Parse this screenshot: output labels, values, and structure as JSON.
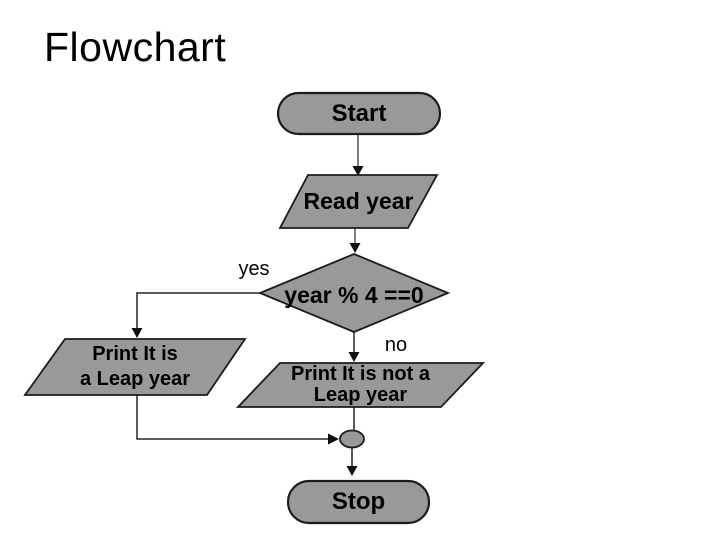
{
  "title": "Flowchart",
  "nodes": {
    "start": {
      "type": "terminator",
      "label": "Start"
    },
    "read_year": {
      "type": "input-parallelogram",
      "label": "Read year"
    },
    "decision": {
      "type": "decision-diamond",
      "label": "year % 4 ==0"
    },
    "print_leap": {
      "type": "output-parallelogram",
      "line1": "Print It is",
      "line2": "a Leap year"
    },
    "print_not_leap": {
      "type": "output-parallelogram",
      "line1": "Print It is not a",
      "line2": "Leap year"
    },
    "junction": {
      "type": "connector-ellipse"
    },
    "stop": {
      "type": "terminator",
      "label": "Stop"
    }
  },
  "branches": {
    "yes_label": "yes",
    "no_label": "no"
  },
  "colors": {
    "background": "#ffffff",
    "shape_fill": "#999999",
    "shape_border": "#1c1c1c",
    "flow_line": "#7f7f7f",
    "branch_line": "#262626",
    "text": "#000000"
  }
}
